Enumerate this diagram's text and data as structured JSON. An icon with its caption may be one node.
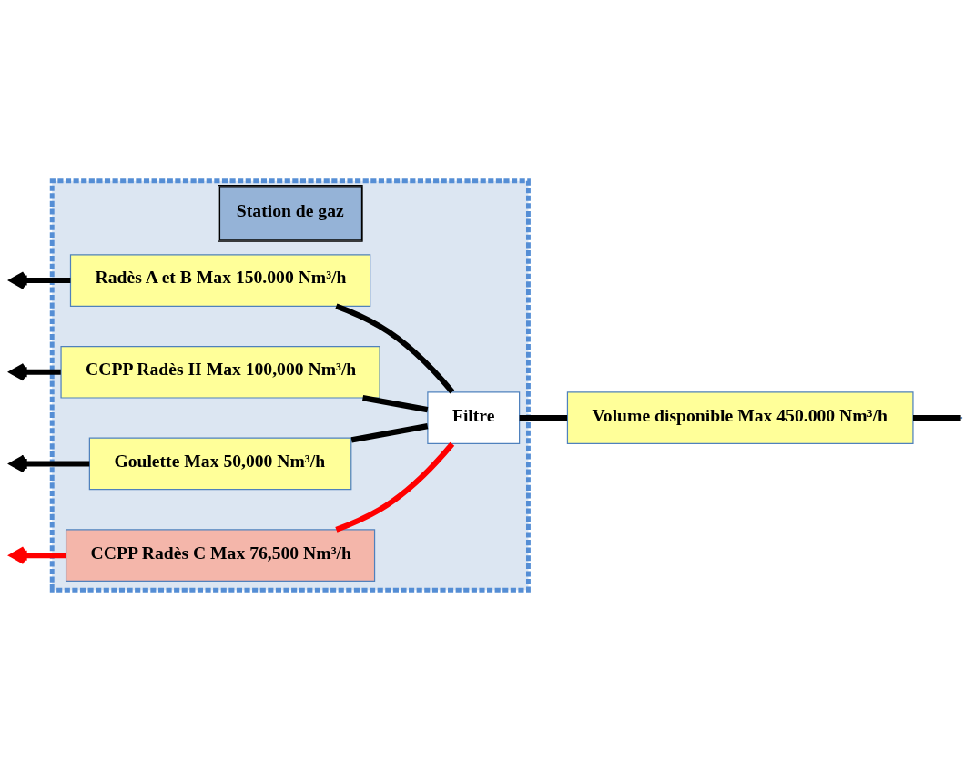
{
  "diagram": {
    "nodes": [
      {
        "text": [
          "Station de gaz"
        ]
      },
      {
        "text": [
          "Filtre"
        ],
        "in": 0
      },
      {
        "text": [
          "Volume disponible Max 450.000 Nm³/h"
        ]
      },
      {
        "text": [
          "Radès A et B Max 150.000 Nm³/h"
        ],
        "in": 0
      },
      {
        "text": [
          "CCPP Radès II Max 100,000 Nm³/h"
        ],
        "in": 0
      },
      {
        "text": [
          "Goulette Max 50,000 Nm³/h"
        ],
        "in": 0
      },
      {
        "text": [
          "CCPP Radès C Max 76,500 Nm³/h"
        ],
        "in": 0
      }
    ],
    "edges": [
      {
        "from": null,
        "to": 2,
        "arrow": "none"
      },
      {
        "from": 2,
        "to": 1,
        "arrow": "none"
      },
      {
        "from": 1,
        "to": 3,
        "arrow": "none"
      },
      {
        "from": 1,
        "to": 4,
        "arrow": "none"
      },
      {
        "from": 1,
        "to": 5,
        "arrow": "none"
      },
      {
        "from": 1,
        "to": 6,
        "arrow": "none",
        "color": "#ff0000"
      },
      {
        "from": 3,
        "to": null,
        "arrow": "to"
      },
      {
        "from": 4,
        "to": null,
        "arrow": "to"
      },
      {
        "from": 5,
        "to": null,
        "arrow": "to"
      },
      {
        "from": 6,
        "to": null,
        "arrow": "to",
        "color": "#ff0000"
      }
    ]
  }
}
